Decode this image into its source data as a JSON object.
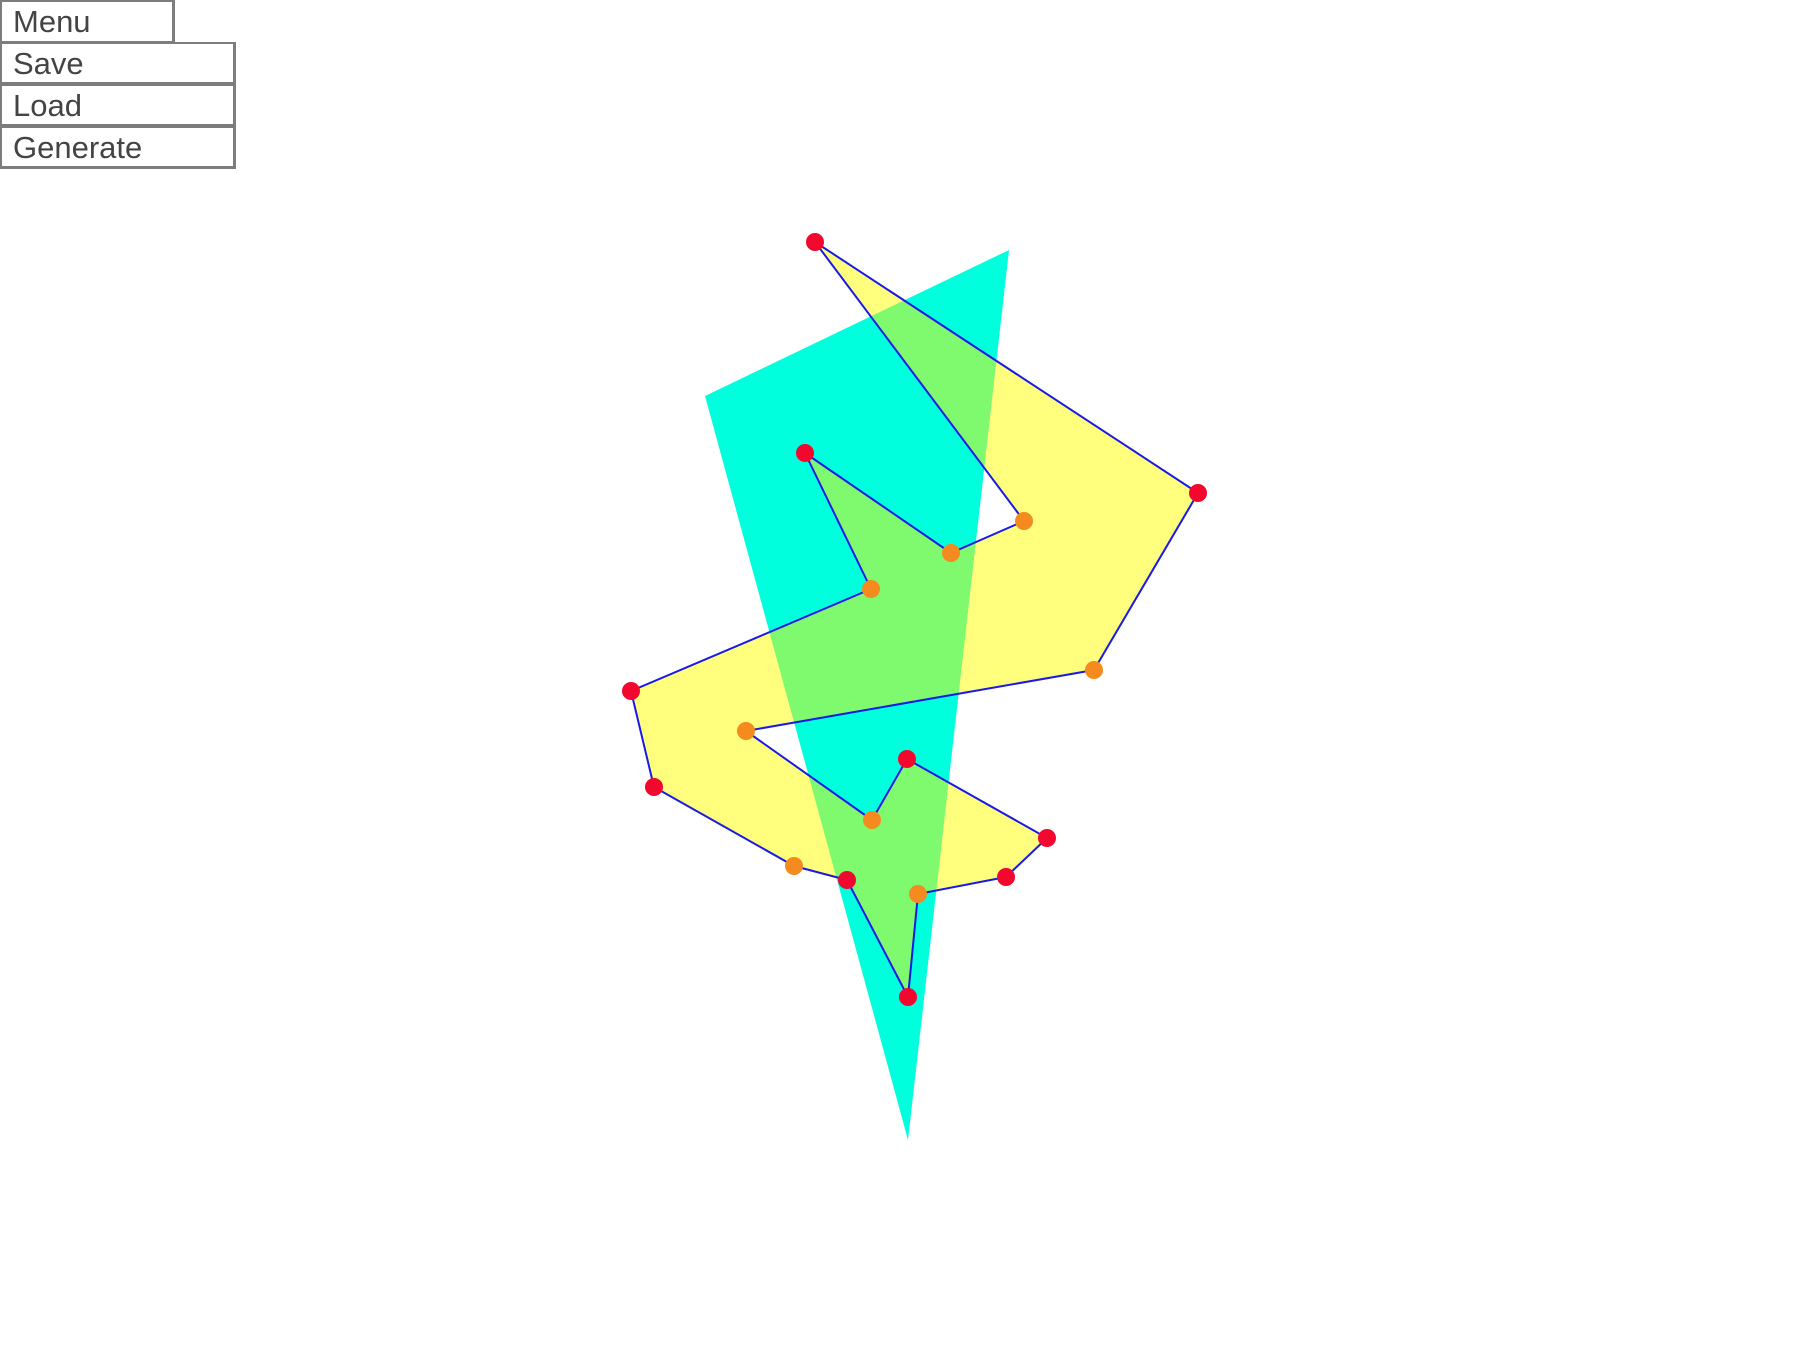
{
  "menu": {
    "title": "Menu",
    "items": [
      "Save",
      "Load",
      "Generate"
    ]
  },
  "colors": {
    "background": "#ffffff",
    "triangle_fill": "#00ffdd",
    "polygon_fill": "#ffff66",
    "polygon_fill_opacity": 0.85,
    "overlap_fill": "#7ffa6e",
    "edge_stroke": "#1a1ae6",
    "vertex_convex": "#f2082e",
    "vertex_reflex": "#f58a1e",
    "button_text": "#444444",
    "button_border": "#7d7d7d"
  },
  "icons": {
    "convex_vertex": "red-dot",
    "reflex_vertex": "orange-dot"
  }
}
